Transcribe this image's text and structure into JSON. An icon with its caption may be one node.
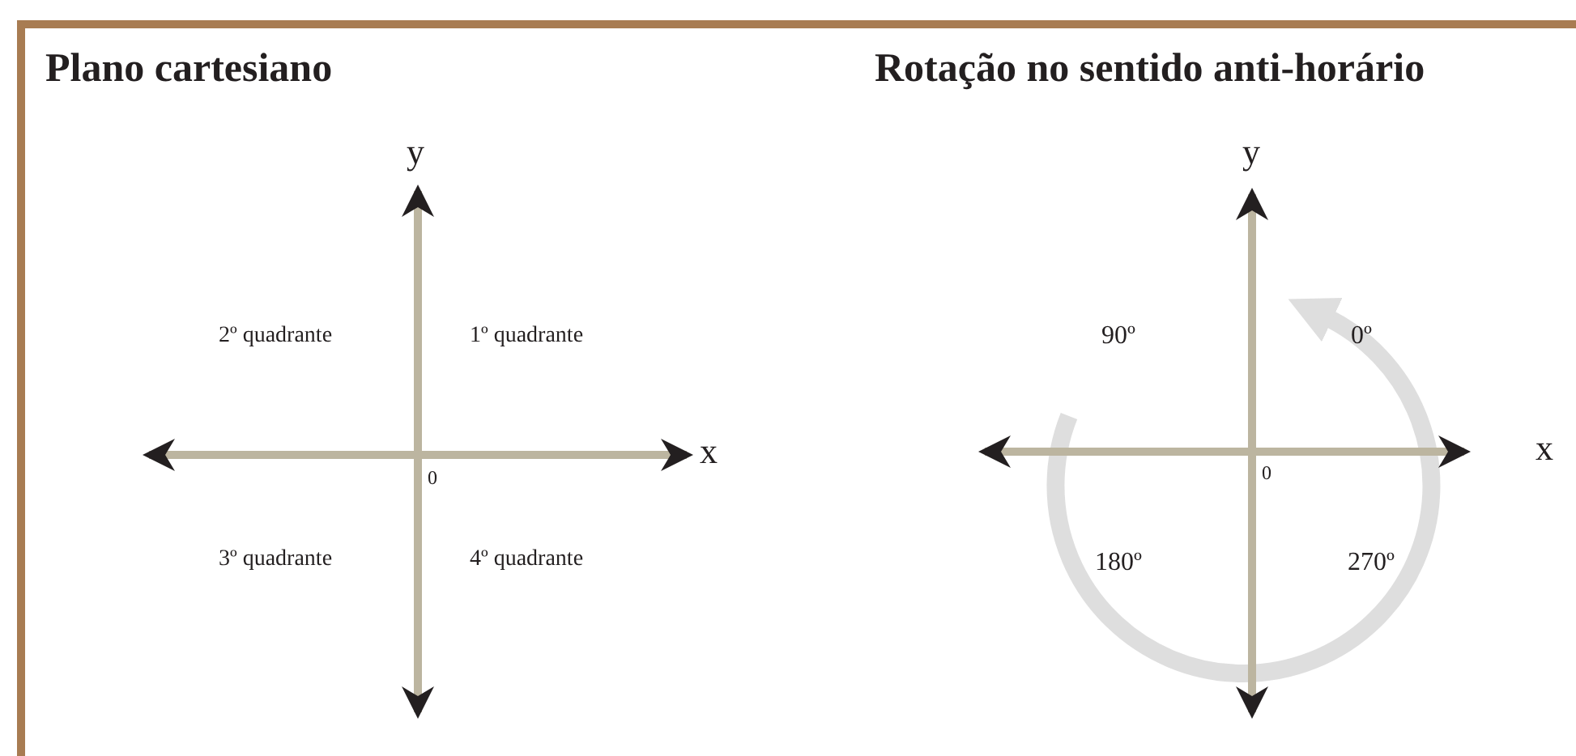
{
  "diagram": {
    "labels": [
      "Plano cartesiano",
      "y",
      "2º quadrante",
      "1º quadrante",
      "x",
      "0",
      "3º quadrante",
      "4º quadrante",
      "Rotação no sentido anti-horário",
      "y",
      "90º",
      "0º",
      "x",
      "0",
      "180º",
      "270º"
    ]
  }
}
